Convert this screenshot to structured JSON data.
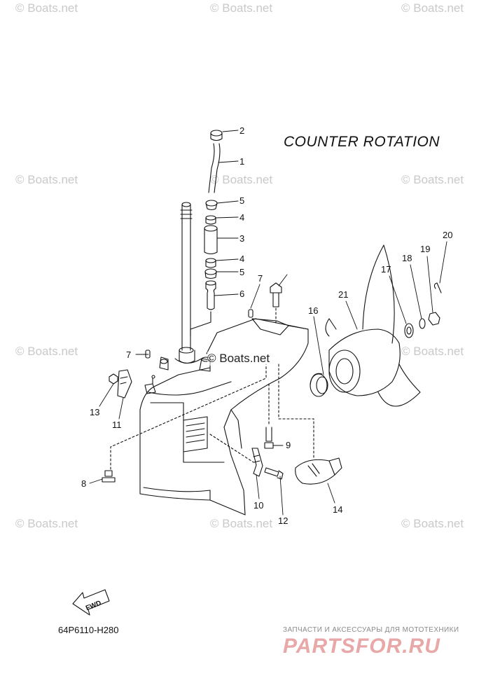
{
  "diagram": {
    "title": "COUNTER  ROTATION",
    "drawing_code": "64P6110-H280",
    "fwd_label": "FWD",
    "watermark": "© Boats.net",
    "center_watermark": "© Boats.net",
    "ad_tagline": "ЗАПЧАСТИ И АКСЕССУАРЫ ДЛЯ МОТОТЕХНИКИ",
    "ad_logo": "PARTSFOR.RU",
    "callouts": [
      "1",
      "2",
      "3",
      "4",
      "4",
      "5",
      "5",
      "6",
      "7",
      "7",
      "8",
      "9",
      "10",
      "11",
      "12",
      "13",
      "14",
      "16",
      "17",
      "18",
      "19",
      "20",
      "21"
    ]
  }
}
